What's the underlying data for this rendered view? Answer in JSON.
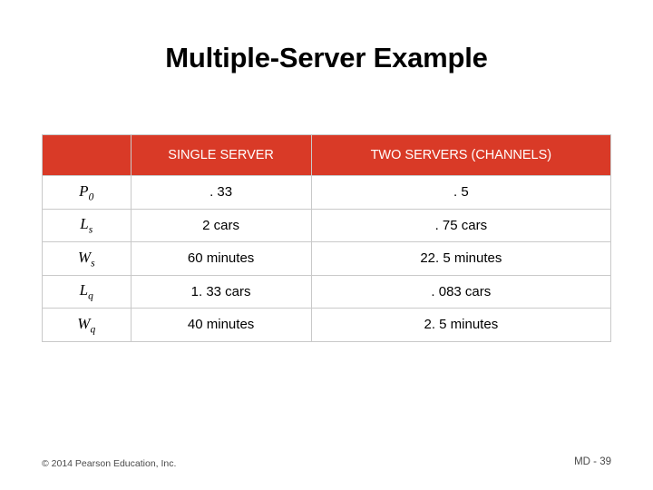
{
  "slide": {
    "title": "Multiple-Server Example",
    "footer_left": "© 2014 Pearson Education, Inc.",
    "footer_right": "MD - 39",
    "accent_color": "#d93a27"
  },
  "table": {
    "headers": {
      "corner": "",
      "single": "SINGLE SERVER",
      "two": "TWO SERVERS (CHANNELS)"
    },
    "rows": [
      {
        "label_main": "P",
        "label_sub": "0",
        "single": ". 33",
        "two": ". 5"
      },
      {
        "label_main": "L",
        "label_sub": "s",
        "single": "2 cars",
        "two": ". 75 cars"
      },
      {
        "label_main": "W",
        "label_sub": "s",
        "single": "60 minutes",
        "two": "22. 5 minutes"
      },
      {
        "label_main": "L",
        "label_sub": "q",
        "single": "1. 33 cars",
        "two": ". 083 cars"
      },
      {
        "label_main": "W",
        "label_sub": "q",
        "single": "40 minutes",
        "two": "2. 5 minutes"
      }
    ]
  }
}
